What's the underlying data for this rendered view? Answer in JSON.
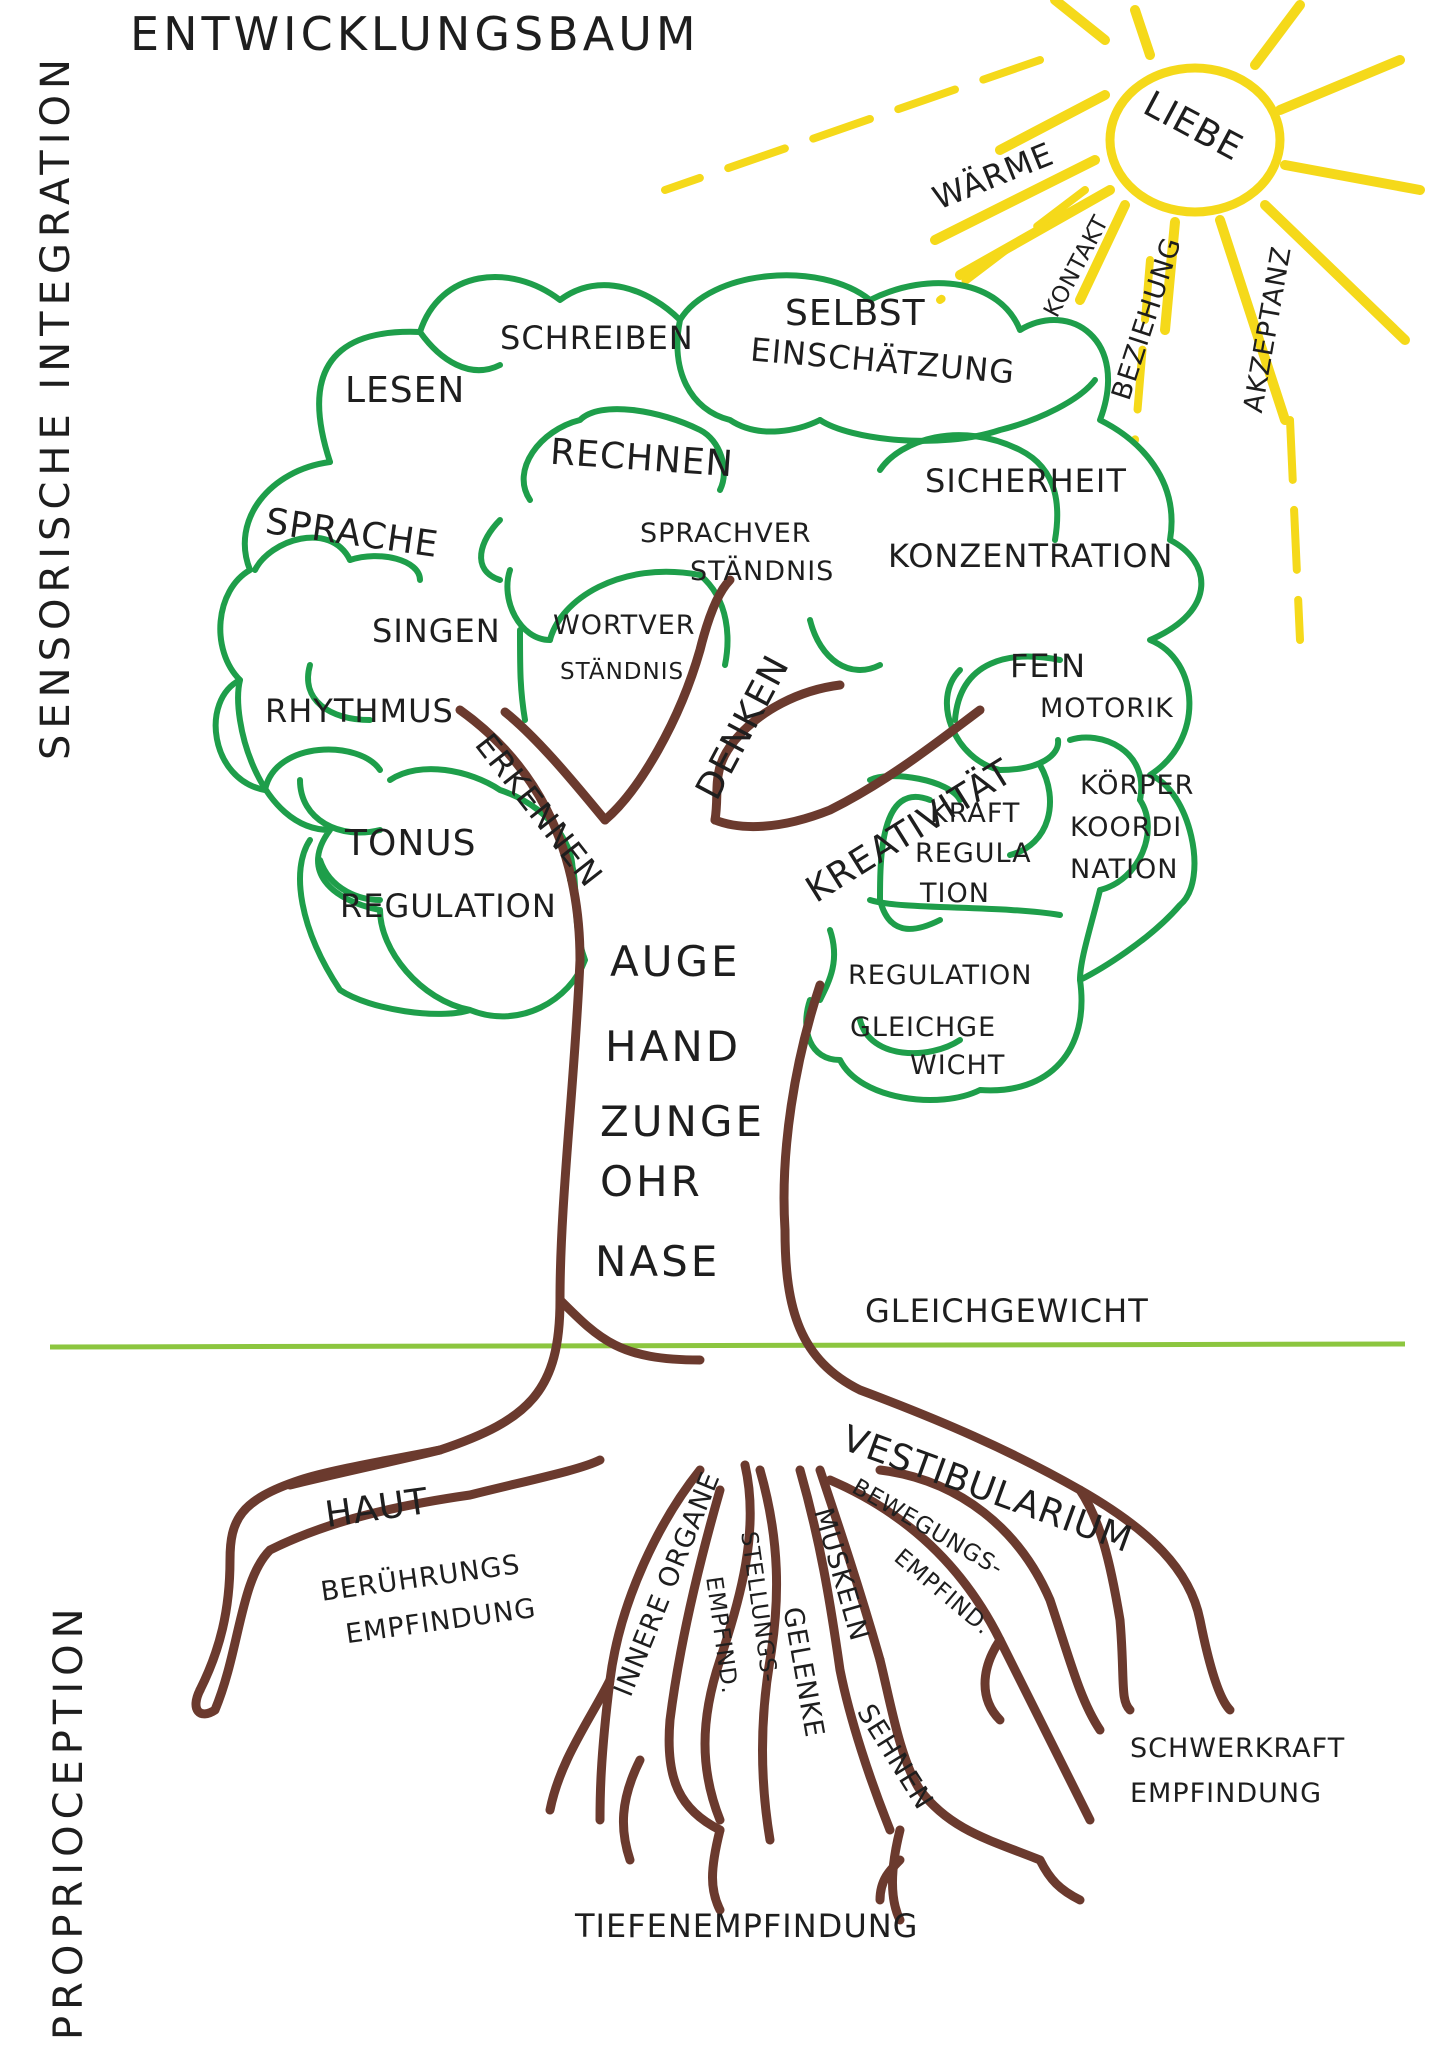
{
  "title": "ENTWICKLUNGSBAUM",
  "side_labels": {
    "top": "SENSORISCHE INTEGRATION",
    "bottom": "PROPRIOCEPTION"
  },
  "sun": {
    "center": "LIEBE",
    "rays": [
      "WÄRME",
      "KONTAKT",
      "BEZIEHUNG",
      "AKZEPTANZ"
    ]
  },
  "crown": {
    "skills": [
      "SCHREIBEN",
      "LESEN",
      "SELBST",
      "EINSCHÄTZUNG",
      "RECHNEN",
      "SICHERHEIT",
      "KONZENTRATION",
      "SPRACHE",
      "SPRACHVER",
      "STÄNDNIS",
      "SINGEN",
      "WORTVER",
      "STÄNDNIS",
      "FEIN",
      "MOTORIK",
      "RHYTHMUS",
      "KÖRPER",
      "KOORDI",
      "NATION",
      "KRAFT",
      "REGULA",
      "TION",
      "TONUS",
      "REGULATION",
      "REGULATION",
      "GLEICHGE",
      "WICHT"
    ]
  },
  "branches": [
    "ERKENNEN",
    "DENKEN",
    "KREATIVITÄT"
  ],
  "trunk": {
    "senses": [
      "AUGE",
      "HAND",
      "ZUNGE",
      "OHR",
      "NASE"
    ]
  },
  "ground_label": "GLEICHGEWICHT",
  "roots": {
    "labels": [
      "HAUT",
      "BERÜHRUNGS",
      "EMPFINDUNG",
      "INNERE ORGANE",
      "STELLUNGS-",
      "EMPFIND.",
      "GELENKE",
      "MUSKELN",
      "SEHNEN",
      "VESTIBULARIUM",
      "BEWEGUNGS-",
      "EMPFIND.",
      "SCHWERKRAFT",
      "EMPFINDUNG"
    ],
    "bottom": "TIEFENEMPFINDUNG"
  },
  "colors": {
    "crown": "#1e9e4a",
    "trunk": "#6b3a2e",
    "ground": "#8cc63f",
    "sun": "#f5d91a",
    "text": "#1e1e1e"
  }
}
